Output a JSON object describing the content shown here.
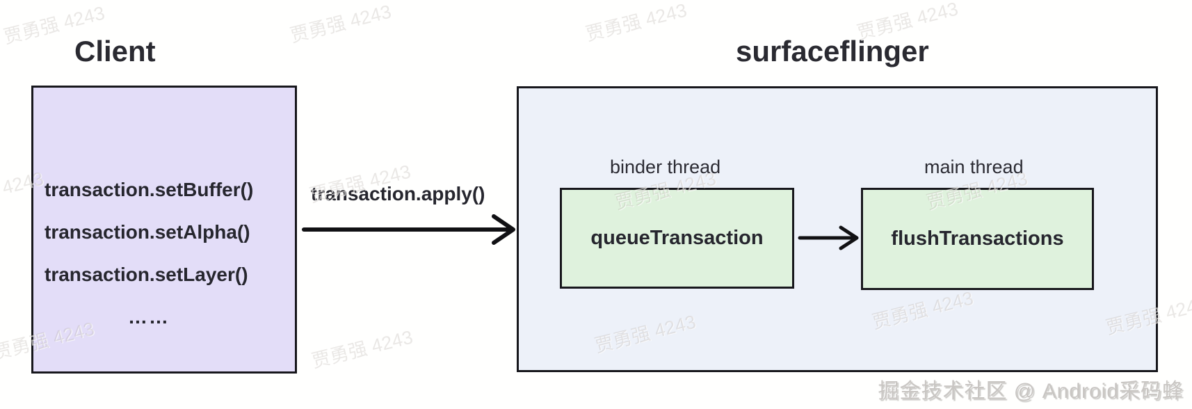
{
  "watermark": {
    "text": "贾勇强 4243"
  },
  "credit": {
    "text": "掘金技术社区 @ Android采码蜂"
  },
  "client": {
    "title": "Client",
    "items": [
      "transaction.setBuffer()",
      "transaction.setAlpha()",
      "transaction.setLayer()",
      "……"
    ]
  },
  "flow": {
    "apply_label": "transaction.apply()"
  },
  "surfaceflinger": {
    "title": "surfaceflinger",
    "binder_thread_label": "binder thread",
    "main_thread_label": "main thread",
    "queue_transaction_label": "queueTransaction",
    "flush_transactions_label": "flushTransactions"
  },
  "colors": {
    "client_box_fill": "#e3ddf8",
    "surfaceflinger_box_fill": "#edf1f9",
    "thread_box_fill": "#dff2dd",
    "border": "#17171c",
    "text": "#26262e",
    "credit": "#c9c6c3"
  }
}
